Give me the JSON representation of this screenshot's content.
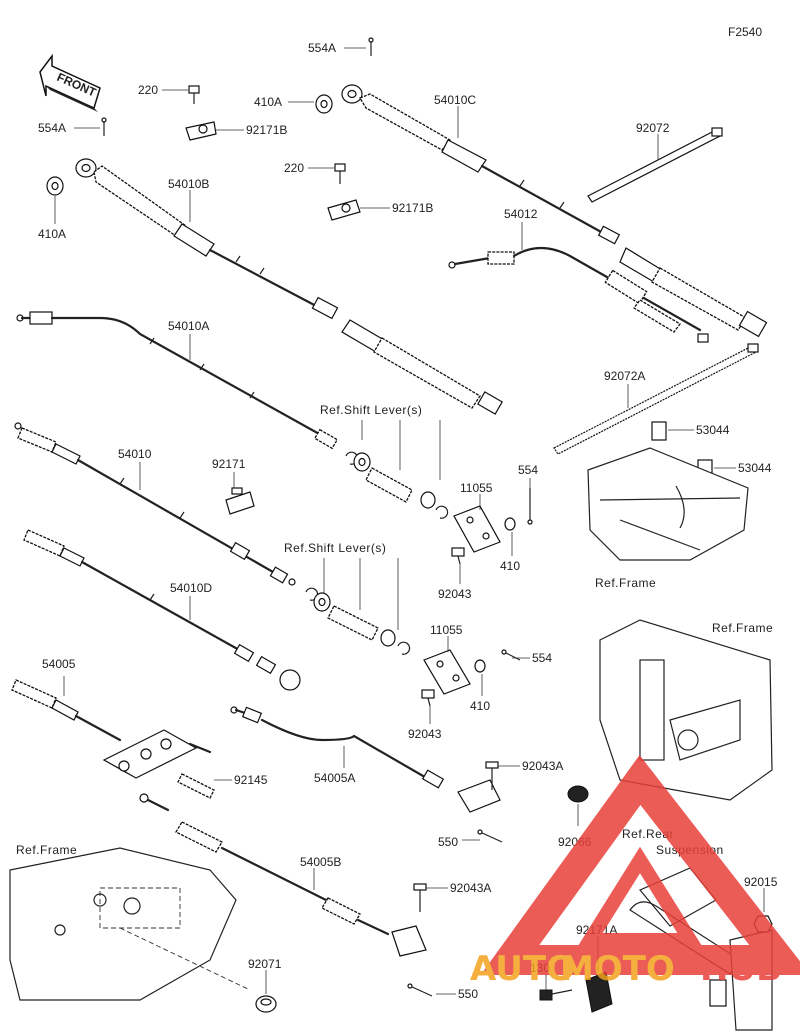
{
  "figure_id": "F2540",
  "front_label": "FRONT",
  "parts": {
    "p554A_top": "554A",
    "p554A_left": "554A",
    "p220_a": "220",
    "p220_b": "220",
    "p410A_top": "410A",
    "p410A_left": "410A",
    "p92171B_a": "92171B",
    "p92171B_b": "92171B",
    "p54010C": "54010C",
    "p54010B": "54010B",
    "p54010A": "54010A",
    "p54010": "54010",
    "p54010D": "54010D",
    "p54012": "54012",
    "p92072": "92072",
    "p92072A": "92072A",
    "p53044_a": "53044",
    "p53044_b": "53044",
    "p92171": "92171",
    "p554": "554",
    "p554_b": "554",
    "p11055_a": "11055",
    "p11055_b": "11055",
    "p410_a": "410",
    "p410_b": "410",
    "p92043_a": "92043",
    "p92043_b": "92043",
    "p54005": "54005",
    "p92145": "92145",
    "p54005A": "54005A",
    "p92043A_a": "92043A",
    "p92043A_b": "92043A",
    "p550_a": "550",
    "p550_b": "550",
    "p54005B": "54005B",
    "p92066": "92066",
    "p92015": "92015",
    "p92171A": "92171A",
    "p130": "130",
    "p92071": "92071"
  },
  "refs": {
    "shift_lever_a": "Ref.Shift Lever(s)",
    "shift_lever_b": "Ref.Shift Lever(s)",
    "frame_a": "Ref.Frame",
    "frame_b": "Ref.Frame",
    "frame_c": "Ref.Frame",
    "rear_susp_1": "Ref.Rear",
    "rear_susp_2": "Suspension"
  },
  "watermark": {
    "text_a": "AUTO",
    "text_b": "MOTO",
    "text_c": "HUB",
    "color_red": "#e8403a",
    "color_orange": "#f3a21d"
  }
}
